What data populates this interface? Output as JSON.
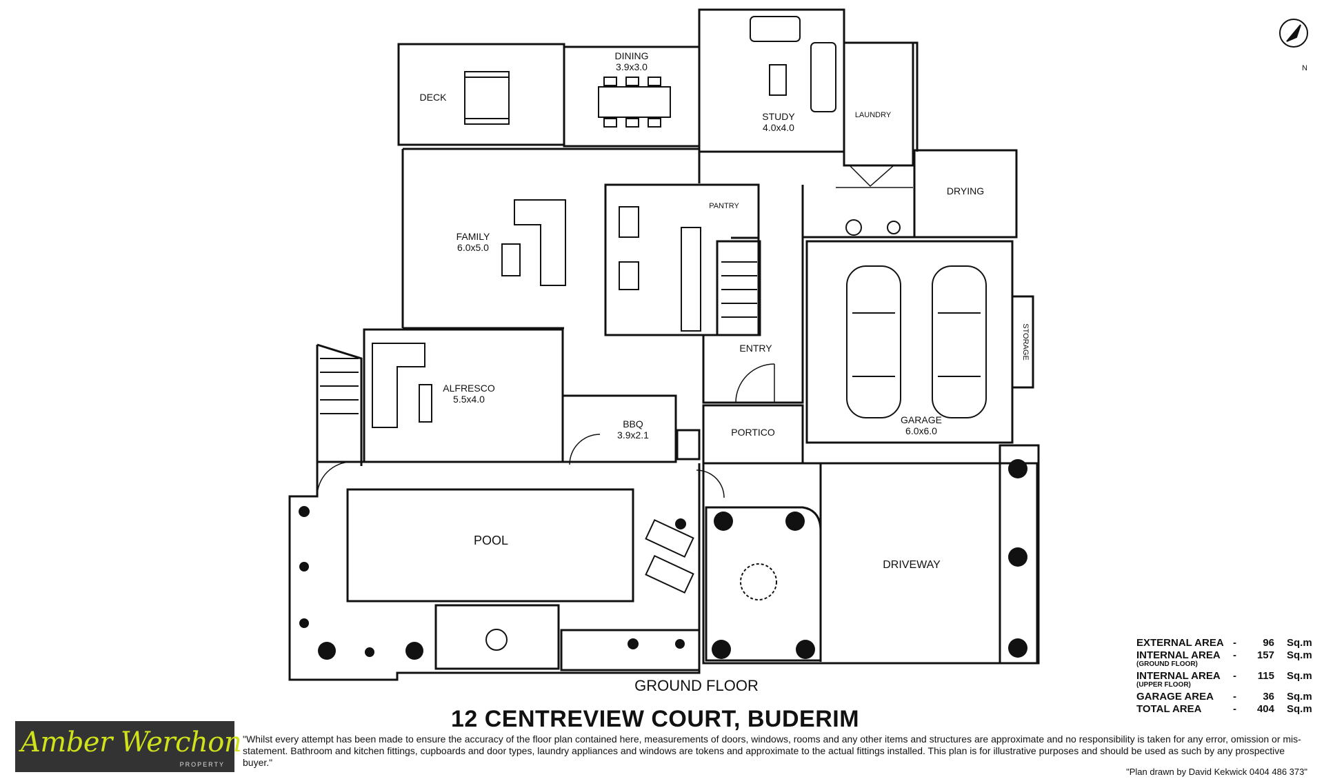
{
  "rooms": {
    "deck": "DECK",
    "dining": "DINING",
    "dining_size": "3.9x3.0",
    "study": "STUDY",
    "study_size": "4.0x4.0",
    "laundry": "LAUNDRY",
    "drying": "DRYING",
    "pantry": "PANTRY",
    "family": "FAMILY",
    "family_size": "6.0x5.0",
    "alfresco": "ALFRESCO",
    "alfresco_size": "5.5x4.0",
    "entry": "ENTRY",
    "storage": "STORAGE",
    "garage": "GARAGE",
    "garage_size": "6.0x6.0",
    "bbq": "BBQ",
    "bbq_size": "3.9x2.1",
    "portico": "PORTICO",
    "pool": "POOL",
    "driveway": "DRIVEWAY"
  },
  "floor_label": "GROUND FLOOR",
  "address": "12 CENTREVIEW COURT, BUDERIM",
  "compass_label": "N",
  "areas": [
    {
      "name": "EXTERNAL AREA",
      "sub": "",
      "value": "96",
      "unit": "Sq.m"
    },
    {
      "name": "INTERNAL AREA",
      "sub": "(GROUND FLOOR)",
      "value": "157",
      "unit": "Sq.m"
    },
    {
      "name": "INTERNAL AREA",
      "sub": "(UPPER FLOOR)",
      "value": "115",
      "unit": "Sq.m"
    },
    {
      "name": "GARAGE AREA",
      "sub": "",
      "value": "36",
      "unit": "Sq.m"
    },
    {
      "name": "TOTAL  AREA",
      "sub": "",
      "value": "404",
      "unit": "Sq.m"
    }
  ],
  "logo": {
    "script": "Amber Werchon",
    "sub": "PROPERTY",
    "color": "#cfe21b",
    "bg": "#333333"
  },
  "disclaimer": "\"Whilst every attempt has been made to ensure the accuracy of the floor plan contained here, measurements of doors, windows, rooms and any other items and structures are approximate and no responsibility is taken for any error, omission or mis-statement. Bathroom and kitchen fittings, cupboards and door types, laundry appliances and windows are tokens and approximate to the actual fittings installed. This plan is for illustrative purposes and should be used as such by any prospective buyer.\"",
  "credit": "\"Plan drawn by David Kekwick 0404 486 373\""
}
